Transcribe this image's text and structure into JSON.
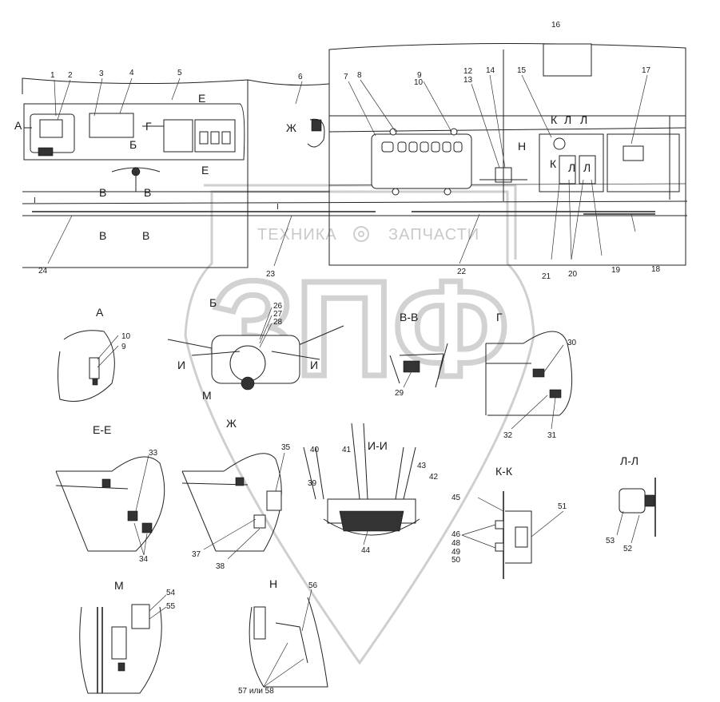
{
  "watermark": {
    "left_text": "ТЕХНИКА",
    "right_text": "ЗАПЧАСТИ",
    "logo_text": "ЗПФ"
  },
  "callouts_top": [
    "1",
    "2",
    "3",
    "4",
    "5",
    "6",
    "7",
    "8",
    "9",
    "10",
    "12",
    "13",
    "14",
    "15",
    "16",
    "17",
    "18",
    "19",
    "20",
    "21",
    "22",
    "23",
    "24"
  ],
  "section_marks_top": {
    "A": "А",
    "B": "Б",
    "V_left": "В",
    "V_right": "В",
    "V_lower_left": "В",
    "V_lower_right": "В",
    "G": "Г",
    "E_top": "Е",
    "E_bottom": "Е",
    "Zh": "Ж",
    "N": "Н",
    "K_top": "К",
    "L_top_1": "Л",
    "L_top_2": "Л",
    "K_mid": "К",
    "L_mid_1": "Л",
    "L_mid_2": "Л",
    "I_left": "I",
    "I_mid": "I"
  },
  "details": {
    "A": {
      "title": "А",
      "callouts": [
        "10",
        "9"
      ]
    },
    "B": {
      "title": "Б",
      "callouts": [
        "26",
        "27",
        "28"
      ],
      "I_left": "И",
      "I_right": "И",
      "M": "М"
    },
    "VV": {
      "title": "В-В",
      "callouts": [
        "29"
      ]
    },
    "G": {
      "title": "Г",
      "callouts": [
        "30",
        "32",
        "31"
      ]
    },
    "EE": {
      "title": "Е-Е",
      "callouts": [
        "33",
        "34"
      ]
    },
    "Zh": {
      "title": "Ж",
      "callouts": [
        "35",
        "37",
        "38"
      ]
    },
    "II": {
      "title": "И-И",
      "callouts": [
        "40",
        "41",
        "39",
        "43",
        "42",
        "44"
      ]
    },
    "KK": {
      "title": "К-К",
      "callouts": [
        "45",
        "51",
        "46",
        "48",
        "49",
        "50"
      ]
    },
    "LL": {
      "title": "Л-Л",
      "callouts": [
        "53",
        "52"
      ]
    },
    "M": {
      "title": "М",
      "callouts": [
        "54",
        "55"
      ]
    },
    "N": {
      "title": "Н",
      "callouts": [
        "56",
        "57 или 58"
      ]
    }
  }
}
